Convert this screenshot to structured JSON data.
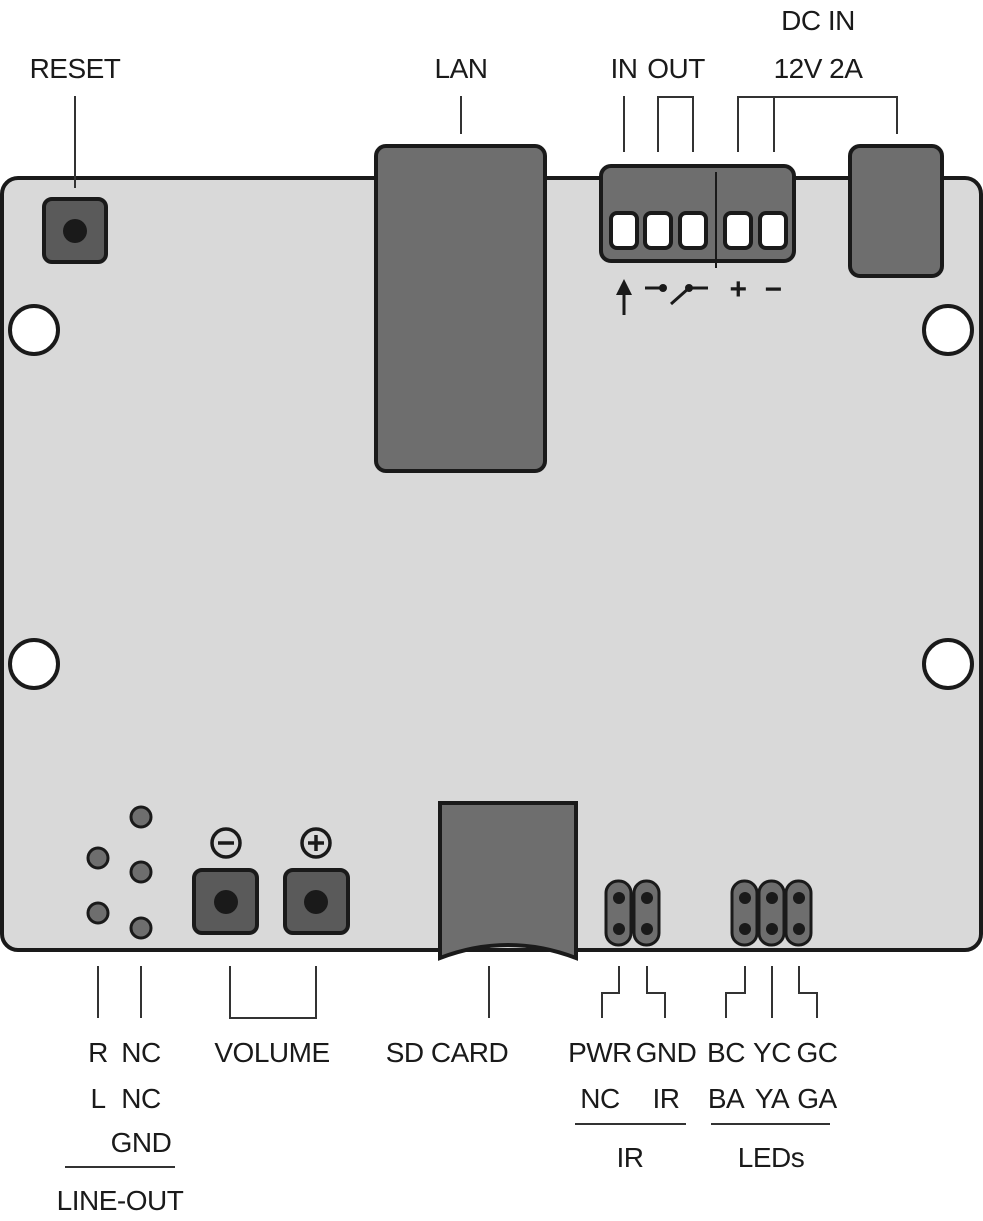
{
  "labels": {
    "reset": "RESET",
    "lan": "LAN",
    "in": "IN",
    "out": "OUT",
    "dc_in": "DC IN",
    "dc_spec": "12V 2A",
    "plus": "+",
    "minus": "−",
    "vol_minus": "⊖",
    "vol_plus": "⊕",
    "r": "R",
    "nc1": "NC",
    "l": "L",
    "nc2": "NC",
    "gnd_line": "GND",
    "line_out": "LINE-OUT",
    "volume": "VOLUME",
    "sd_card": "SD CARD",
    "pwr": "PWR",
    "gnd_ir": "GND",
    "nc_ir": "NC",
    "ir_pin": "IR",
    "ir_group": "IR",
    "bc": "BC",
    "yc": "YC",
    "gc": "GC",
    "ba": "BA",
    "ya": "YA",
    "ga": "GA",
    "leds": "LEDs"
  },
  "colors": {
    "board": "#d9d9d9",
    "component": "#6e6e6e",
    "outline": "#1a1a1a",
    "button_face": "#5a5a5a",
    "pin": "#1a1a1a"
  },
  "icons": {
    "input_arrow": "up-arrow-icon",
    "relay_switch": "switch-icon"
  }
}
